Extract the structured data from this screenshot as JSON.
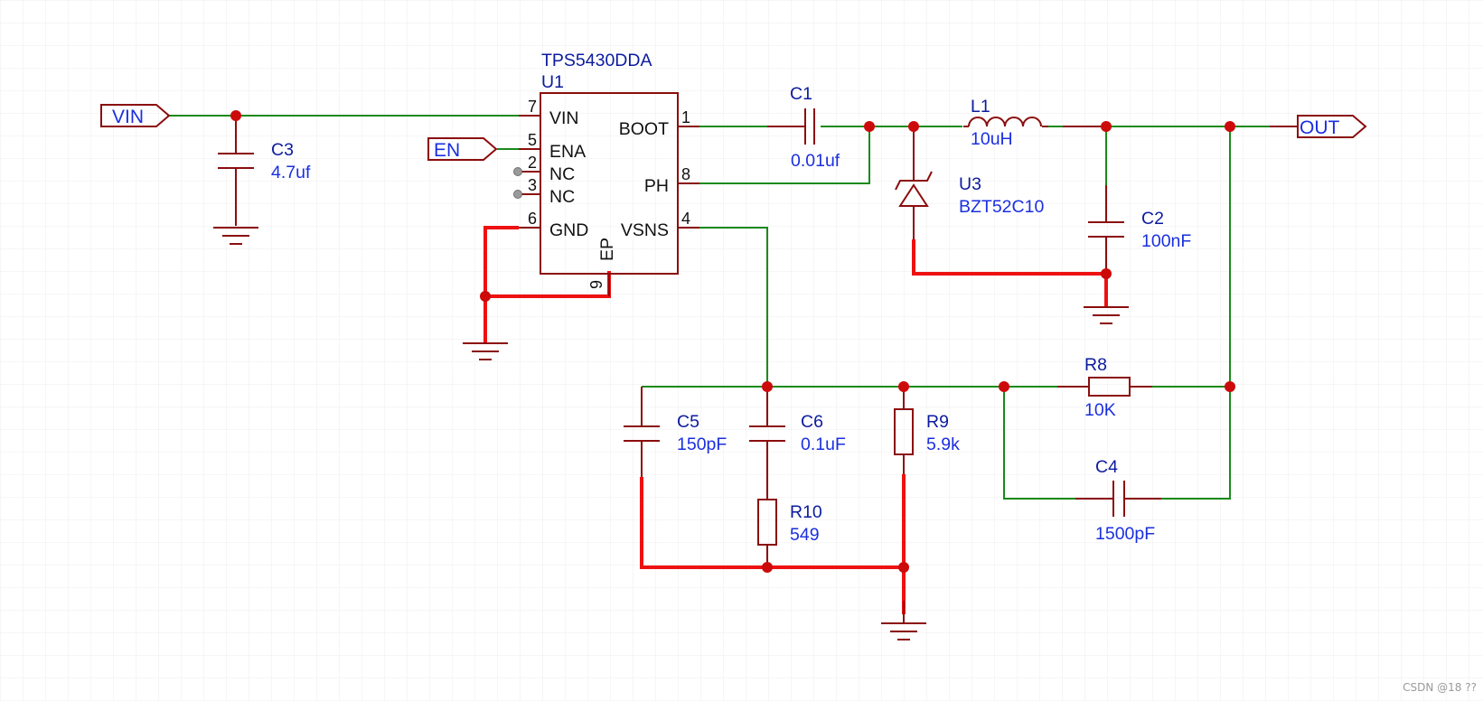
{
  "ic": {
    "part_number": "TPS5430DDA",
    "ref": "U1"
  },
  "pins": {
    "vin": {
      "num": "7",
      "name": "VIN"
    },
    "ena": {
      "num": "5",
      "name": "ENA"
    },
    "nc2": {
      "num": "2",
      "name": "NC"
    },
    "nc3": {
      "num": "3",
      "name": "NC"
    },
    "gnd": {
      "num": "6",
      "name": "GND"
    },
    "boot": {
      "num": "1",
      "name": "BOOT"
    },
    "ph": {
      "num": "8",
      "name": "PH"
    },
    "vsns": {
      "num": "4",
      "name": "VSNS"
    },
    "ep": {
      "num": "9",
      "name": "EP"
    }
  },
  "ports": {
    "vin": "VIN",
    "en": "EN",
    "out": "OUT"
  },
  "components": {
    "c1": {
      "ref": "C1",
      "value": "0.01uf"
    },
    "c2": {
      "ref": "C2",
      "value": "100nF"
    },
    "c3": {
      "ref": "C3",
      "value": "4.7uf"
    },
    "c4": {
      "ref": "C4",
      "value": "1500pF"
    },
    "c5": {
      "ref": "C5",
      "value": "150pF"
    },
    "c6": {
      "ref": "C6",
      "value": "0.1uF"
    },
    "l1": {
      "ref": "L1",
      "value": "10uH"
    },
    "u3": {
      "ref": "U3",
      "value": "BZT52C10"
    },
    "r8": {
      "ref": "R8",
      "value": "10K"
    },
    "r9": {
      "ref": "R9",
      "value": "5.9k"
    },
    "r10": {
      "ref": "R10",
      "value": "549"
    }
  },
  "watermark": "CSDN @18 ??",
  "colors": {
    "wire": "#1a8a1a",
    "ground_wire": "#ee1111",
    "part": "#8b0d0d",
    "junction": "#cc0a0a",
    "designator": "#0b1b9e",
    "value": "#1a2fe0",
    "grid": "#ececec"
  }
}
